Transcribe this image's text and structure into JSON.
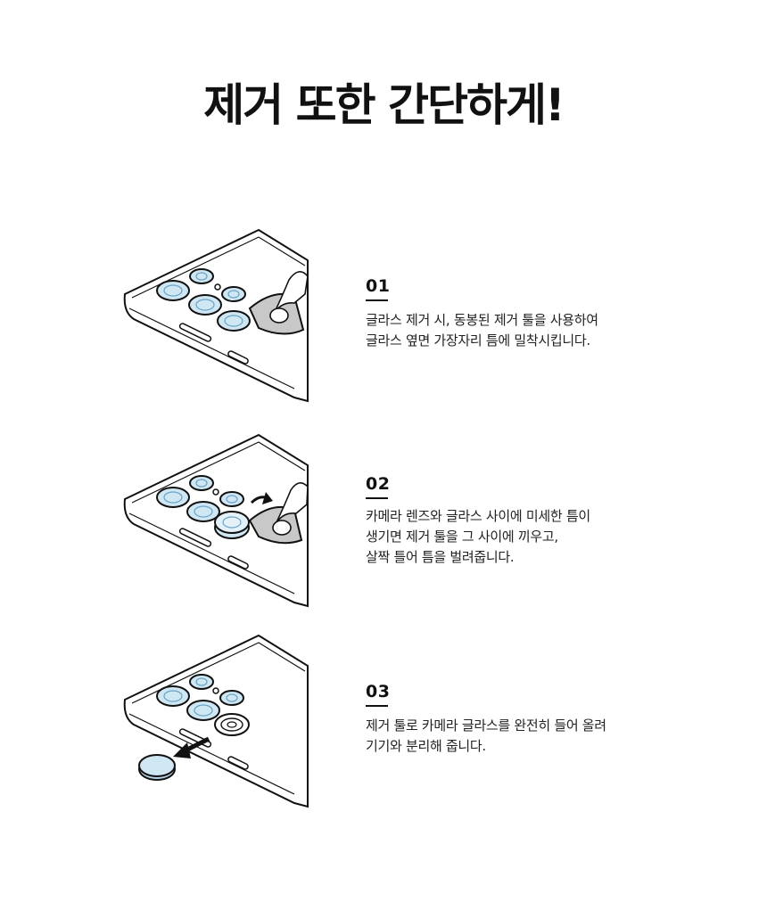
{
  "title": "제거 또한 간단하게!",
  "steps": [
    {
      "number": "01",
      "lines": [
        "글라스 제거 시, 동봉된 제거 툴을 사용하여",
        "글라스 옆면 가장자리 틈에 밀착시킵니다."
      ]
    },
    {
      "number": "02",
      "lines": [
        "카메라 렌즈와 글라스 사이에 미세한 틈이",
        "생기면 제거 툴을 그 사이에 끼우고,",
        "살짝 틀어 틈을 벌려줍니다."
      ]
    },
    {
      "number": "03",
      "lines": [
        "제거 툴로 카메라 글라스를 완전히 들어 올려",
        "기기와 분리해 줍니다."
      ]
    }
  ],
  "colors": {
    "lens_fill": "#cfe6f3",
    "tool_fill": "#c8c8c8",
    "outline": "#111111"
  }
}
